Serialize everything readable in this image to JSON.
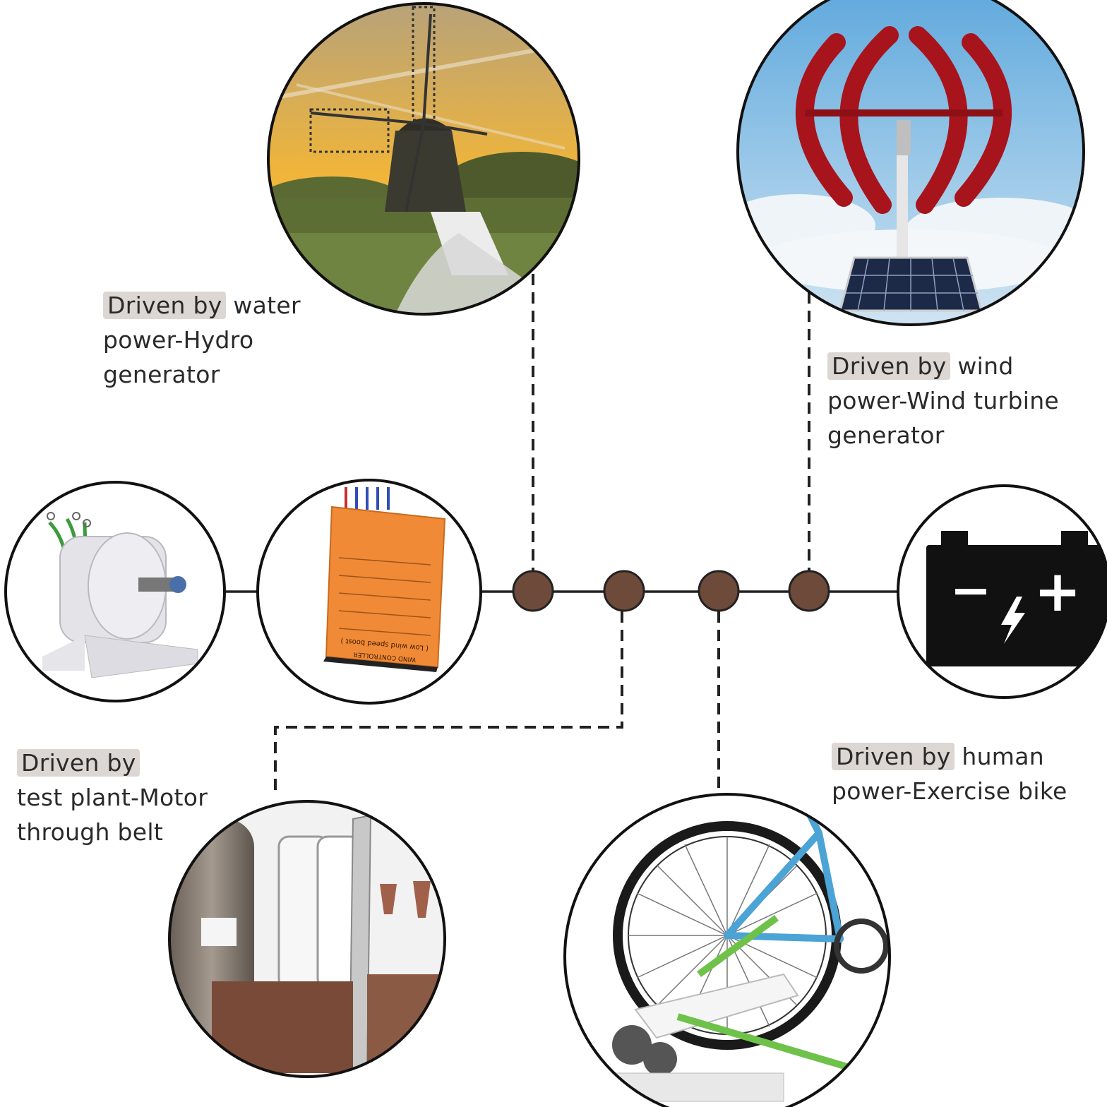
{
  "captions": {
    "hydro": {
      "highlight": "Driven by",
      "rest": "water",
      "line2": "power-Hydro",
      "line3": "generator"
    },
    "wind": {
      "highlight": "Driven by",
      "rest": "wind",
      "line2": "power-Wind turbine",
      "line3": "generator"
    },
    "motor": {
      "highlight": "Driven by",
      "line2": "test plant-Motor",
      "line3": "through belt"
    },
    "human": {
      "highlight": "Driven by",
      "rest": "human",
      "line2": "power-Exercise bike"
    }
  },
  "controller": {
    "brand": "WIND CONTROLLER",
    "subtitle": "( Low wind speed boost )"
  },
  "battery": {
    "minus": "−",
    "plus": "+"
  },
  "colors": {
    "node": "#6e4a3a",
    "line": "#222222",
    "highlight": "#ddd7d3",
    "controller": "#f08a36",
    "turbine_red": "#a8141c",
    "sky_blue": "#8fc2e4",
    "battery": "#111111"
  }
}
